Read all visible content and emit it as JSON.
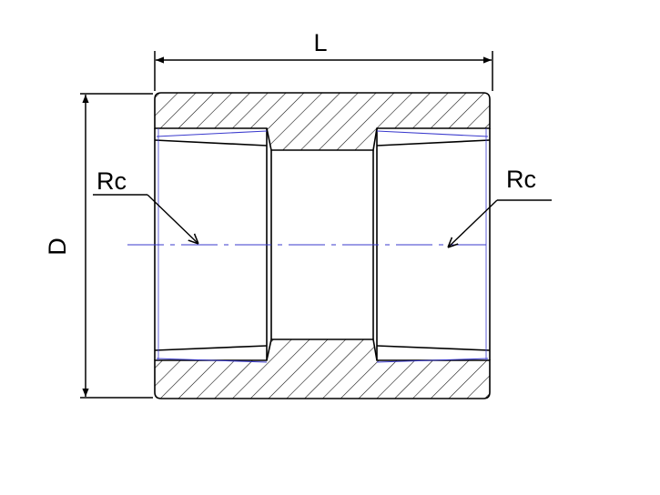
{
  "labels": {
    "length": "L",
    "diameter": "D",
    "thread_left": "Rc",
    "thread_right": "Rc"
  },
  "colors": {
    "outline": "#000000",
    "hatch": "#000000",
    "thread": "#3a3acd",
    "centerline": "#3a3acd",
    "background": "#ffffff"
  }
}
